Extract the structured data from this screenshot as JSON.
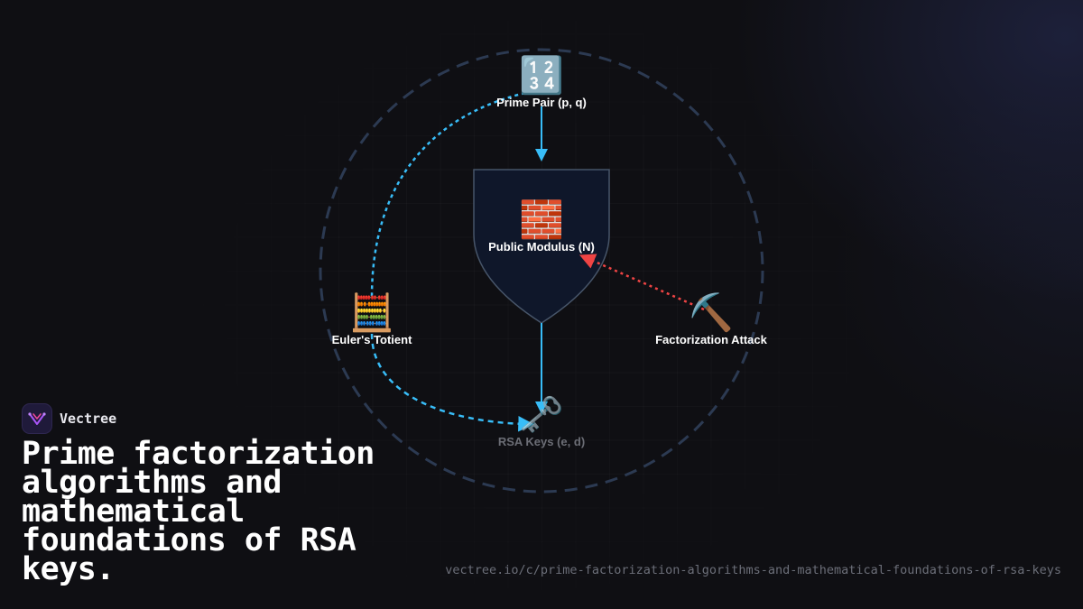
{
  "diagram": {
    "nodes": {
      "prime_pair": {
        "label": "Prime Pair (p, q)",
        "icon": "🔢",
        "icon_name": "numbers-icon"
      },
      "modulus": {
        "label": "Public Modulus (N)",
        "icon": "🧱",
        "icon_name": "brick-icon"
      },
      "totient": {
        "label": "Euler's Totient",
        "icon": "🧮",
        "icon_name": "abacus-icon"
      },
      "attack": {
        "label": "Factorization Attack",
        "icon": "⛏️",
        "icon_name": "pick-icon"
      },
      "keys": {
        "label": "RSA Keys (e, d)",
        "icon": "🗝️",
        "icon_name": "key-icon"
      }
    },
    "colors": {
      "flow": "#38bdf8",
      "attack": "#ef4444",
      "ring": "#2c3a52",
      "shield_fill": "#0f172a",
      "shield_stroke": "#475569"
    }
  },
  "brand": {
    "name": "Vectree",
    "logo_icon": "vectree-logo-icon"
  },
  "title": "Prime factorization algorithms and mathematical foundations of RSA keys.",
  "url": "vectree.io/c/prime-factorization-algorithms-and-mathematical-foundations-of-rsa-keys"
}
